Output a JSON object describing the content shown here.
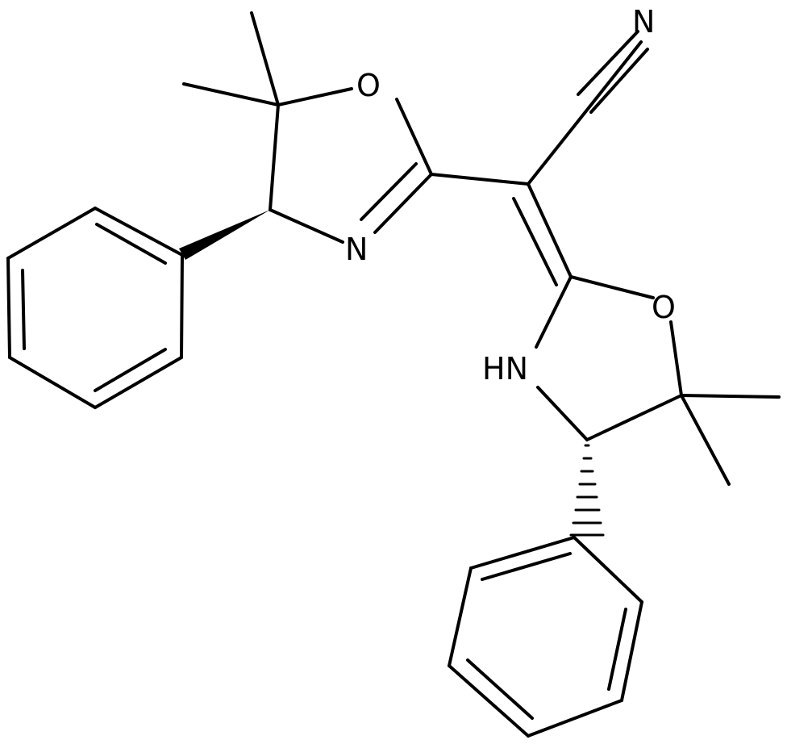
{
  "molecule": {
    "atoms": {
      "N_nitrile": "N",
      "O_upper": "O",
      "N_upper": "N",
      "O_lower": "O",
      "NH_lower": "HN"
    },
    "bond_color": "#000000",
    "background": "#ffffff"
  }
}
